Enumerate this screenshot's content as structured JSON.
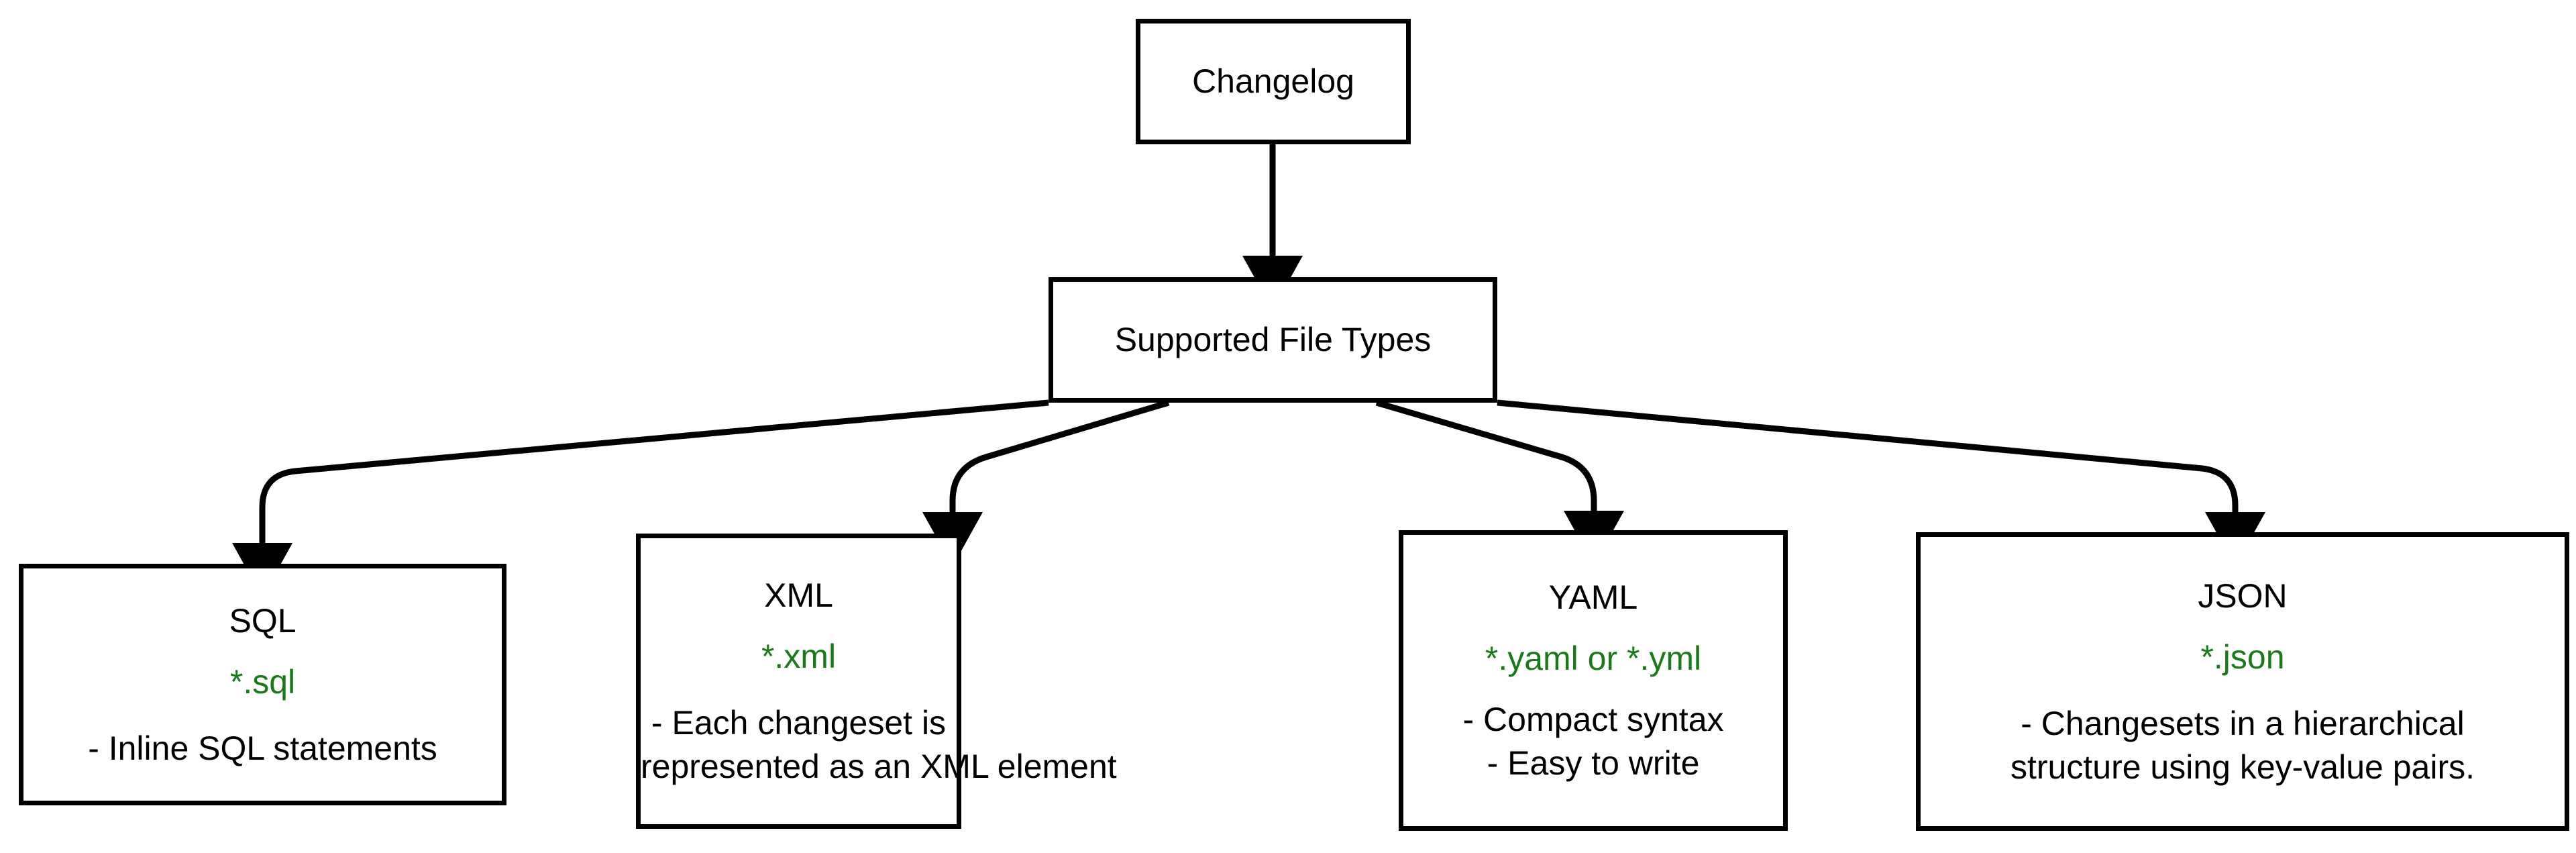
{
  "diagram": {
    "title_root": "Changelog",
    "accent_green": "#1a7a1a",
    "line_color": "#000000",
    "background": "#ffffff",
    "nodes": {
      "changelog": {
        "label": "Changelog"
      },
      "supported": {
        "label": "Supported File Types"
      },
      "sql": {
        "title": "SQL",
        "extensions": "*.sql",
        "desc_line_1": "- Inline SQL statements",
        "desc_line_2": ""
      },
      "xml": {
        "title": "XML",
        "extensions": "*.xml",
        "desc_line_1": "- Each changeset is",
        "desc_line_2": "represented as an XML element"
      },
      "yaml": {
        "title": "YAML",
        "extensions": "*.yaml or *.yml",
        "desc_line_1": "- Compact syntax",
        "desc_line_2": "- Easy to write"
      },
      "json": {
        "title": "JSON",
        "extensions": "*.json",
        "desc_line_1": "- Changesets in a hierarchical",
        "desc_line_2": "structure using key-value pairs."
      }
    },
    "edges": [
      {
        "from": "changelog",
        "to": "supported"
      },
      {
        "from": "supported",
        "to": "sql"
      },
      {
        "from": "supported",
        "to": "xml"
      },
      {
        "from": "supported",
        "to": "yaml"
      },
      {
        "from": "supported",
        "to": "json"
      }
    ]
  }
}
